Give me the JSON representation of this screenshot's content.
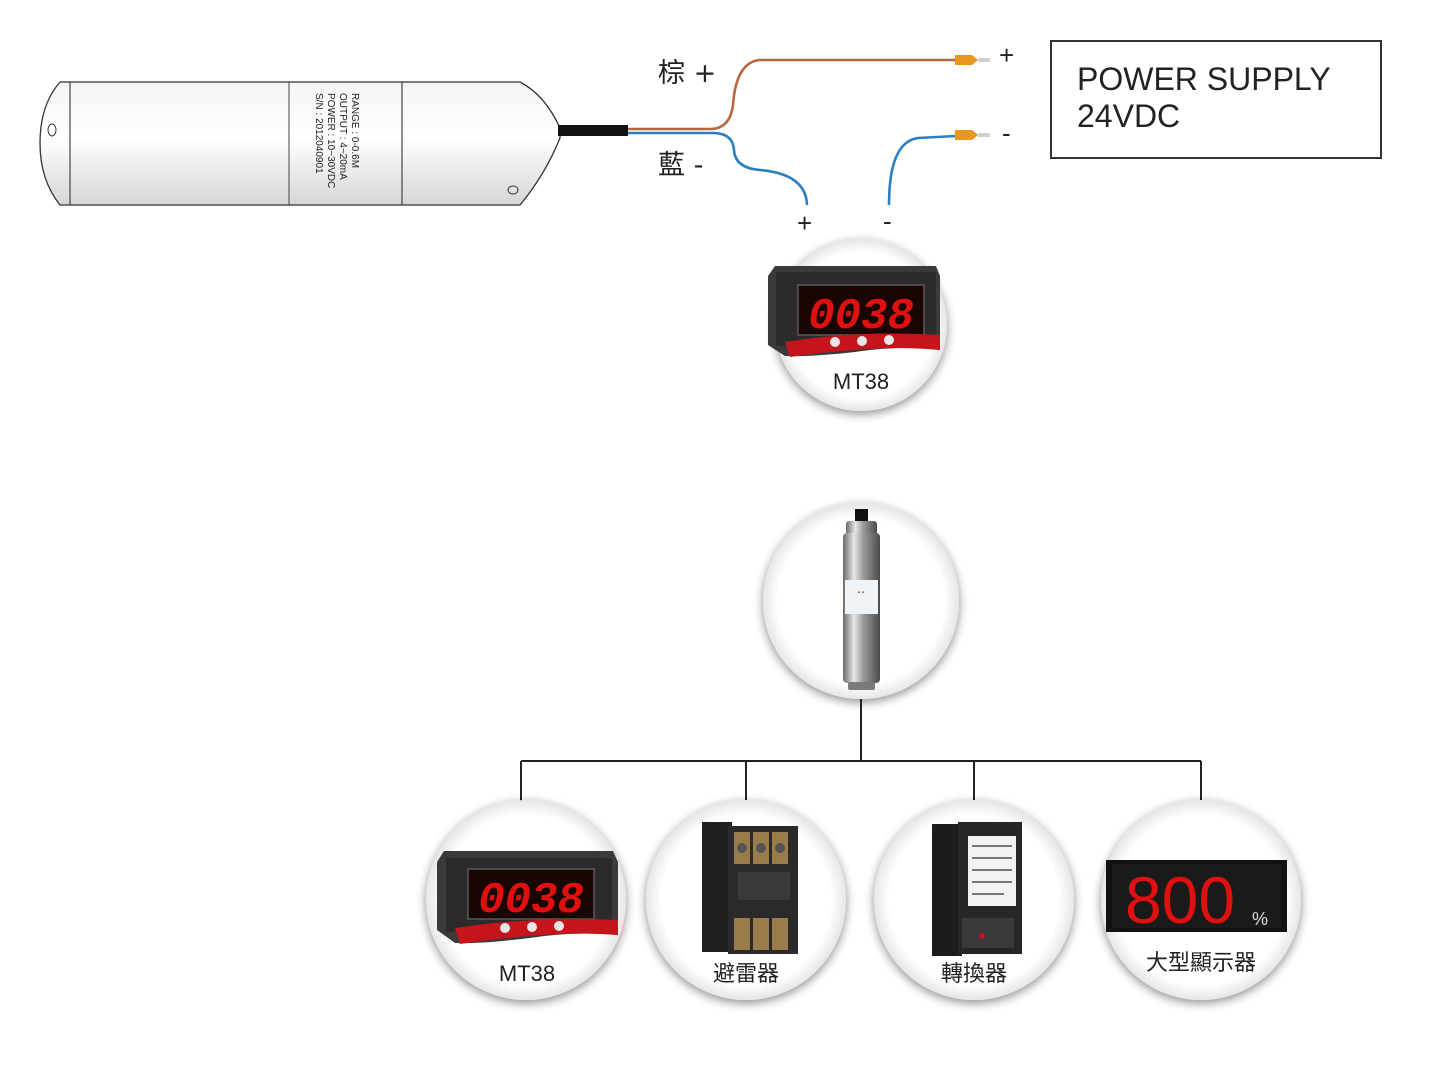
{
  "sensor_label": {
    "range": "RANGE : 0-0.6M",
    "output": "OUTPUT : 4~20mA",
    "power": "POWER : 10~30VDC",
    "serial": "S/N : 2012040901"
  },
  "wires": {
    "brown_label": "棕 +",
    "blue_label": "藍 -",
    "supply_plus": "+",
    "supply_minus": "-",
    "meter_plus": "+",
    "meter_minus": "-"
  },
  "power_supply": {
    "line1": "POWER SUPPLY",
    "line2": "24VDC"
  },
  "meter_top": {
    "display": "0038",
    "caption": "MT38"
  },
  "devices": [
    {
      "caption": "MT38",
      "display": "0038"
    },
    {
      "caption": "避雷器"
    },
    {
      "caption": "轉換器"
    },
    {
      "caption": "大型顯示器",
      "display": "800",
      "unit": "%"
    }
  ],
  "colors": {
    "brown_wire": "#b5683f",
    "blue_wire": "#2b7fc1",
    "led_red": "#e01010",
    "connector": "#e8961e"
  }
}
